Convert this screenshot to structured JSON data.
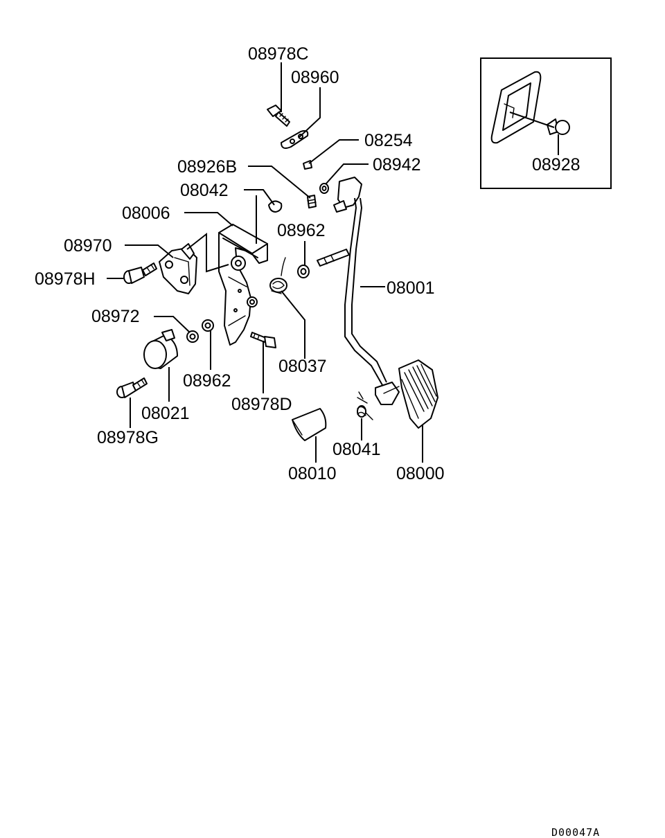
{
  "labels": {
    "p08978C": "08978C",
    "p08960": "08960",
    "p08254": "08254",
    "p08926B": "08926B",
    "p08942": "08942",
    "p08042": "08042",
    "p08006": "08006",
    "p08962a": "08962",
    "p08970": "08970",
    "p08978H": "08978H",
    "p08001": "08001",
    "p08972": "08972",
    "p08037": "08037",
    "p08962b": "08962",
    "p08021": "08021",
    "p08978D": "08978D",
    "p08978G": "08978G",
    "p08041": "08041",
    "p08010": "08010",
    "p08000": "08000",
    "p08928": "08928"
  },
  "diagram_code": "D00047A"
}
